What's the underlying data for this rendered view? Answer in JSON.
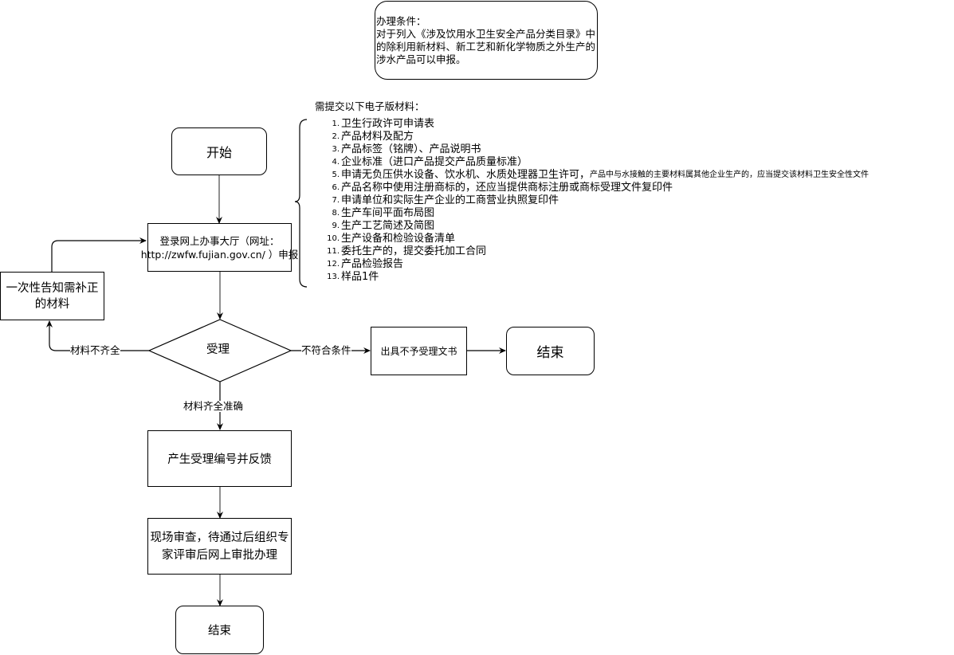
{
  "conditions": {
    "title": "办理条件：",
    "text": "对于列入《涉及饮用水卫生安全产品分类目录》中的除利用新材料、新工艺和新化学物质之外生产的涉水产品可以申报。"
  },
  "materials": {
    "title": "需提交以下电子版材料：",
    "items": [
      {
        "num": "1.",
        "text": "卫生行政许可申请表",
        "note": ""
      },
      {
        "num": "2.",
        "text": "产品材料及配方",
        "note": ""
      },
      {
        "num": "3.",
        "text": "产品标签（铭牌）、产品说明书",
        "note": ""
      },
      {
        "num": "4.",
        "text": "企业标准（进口产品提交产品质量标准）",
        "note": ""
      },
      {
        "num": "5.",
        "text": "申请无负压供水设备、饮水机、水质处理器卫生许可，",
        "note": "产品中与水接触的主要材料属其他企业生产的，应当提交该材料卫生安全性文件"
      },
      {
        "num": "6.",
        "text": "产品名称中使用注册商标的，还应当提供商标注册或商标受理文件复印件",
        "note": ""
      },
      {
        "num": "7.",
        "text": "申请单位和实际生产企业的工商营业执照复印件",
        "note": ""
      },
      {
        "num": "8.",
        "text": "生产车间平面布局图",
        "note": ""
      },
      {
        "num": "9.",
        "text": "生产工艺简述及简图",
        "note": ""
      },
      {
        "num": "10.",
        "text": "生产设备和检验设备清单",
        "note": ""
      },
      {
        "num": "11.",
        "text": "委托生产的，提交委托加工合同",
        "note": ""
      },
      {
        "num": "12.",
        "text": "产品检验报告",
        "note": ""
      },
      {
        "num": "13.",
        "text": "样品1件",
        "note": ""
      }
    ]
  },
  "nodes": {
    "start": "开始",
    "login_line1": "登录网上办事大厅（网址：",
    "login_line2": "http://zwfw.fujian.gov.cn/ ）申报",
    "supplement": "一次性告知需补正的材料",
    "accept": "受理",
    "reject_doc": "出具不予受理文书",
    "end_right": "结束",
    "number": "产生受理编号并反馈",
    "review": "现场审查，待通过后组织专家评审后网上审批办理",
    "end_bottom": "结束"
  },
  "edges": {
    "incomplete": "材料不齐全",
    "not_qualified": "不符合条件",
    "complete": "材料齐全准确"
  }
}
